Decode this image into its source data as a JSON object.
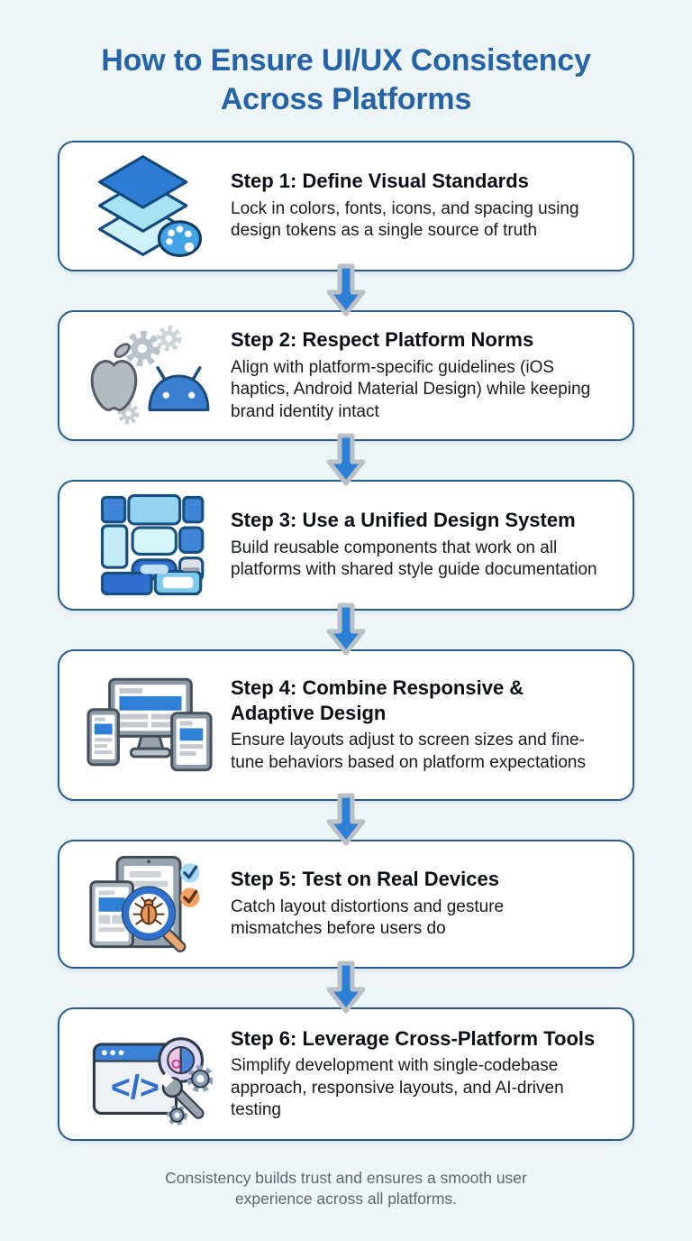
{
  "page": {
    "title": "How to Ensure UI/UX Consistency Across Platforms",
    "footer": "Consistency builds trust and ensures a smooth user experience across all platforms."
  },
  "colors": {
    "background": "#edf5f6",
    "title_blue": "#2563a8",
    "card_border": "#255c8c",
    "card_background": "#ffffff",
    "heading_text": "#0b0e13",
    "body_text": "#171a20",
    "footer_text": "#5c6670",
    "arrow_fill": "#2e7fd6",
    "arrow_outline": "#b9c0c6",
    "accent_blue": "#2e7cd4",
    "light_blue": "#a6e1f4",
    "pale_cyan": "#cff2f8",
    "gray": "#b3bac2",
    "orange": "#eda76e"
  },
  "steps": [
    {
      "icon": "layers-palette-icon",
      "title": "Step 1: Define Visual Standards",
      "description": "Lock in colors, fonts, icons, and spacing using design tokens as a single source of truth"
    },
    {
      "icon": "apple-android-gears-icon",
      "title": "Step 2: Respect Platform Norms",
      "description": "Align with platform-specific guidelines (iOS haptics, Android Material Design) while keeping brand identity intact"
    },
    {
      "icon": "design-system-components-icon",
      "title": "Step 3: Use a Unified Design System",
      "description": "Build reusable components that work on all platforms with shared style guide documentation"
    },
    {
      "icon": "responsive-devices-icon",
      "title": "Step 4: Combine Responsive & Adaptive Design",
      "description": "Ensure layouts adjust to screen sizes and fine-tune behaviors based on platform expectations"
    },
    {
      "icon": "bug-magnifier-devices-icon",
      "title": "Step 5: Test on Real Devices",
      "description": "Catch layout distortions and gesture mismatches before users do"
    },
    {
      "icon": "code-window-tools-icon",
      "title": "Step 6: Leverage Cross-Platform Tools",
      "description": "Simplify development with single-codebase approach, responsive layouts, and AI-driven testing"
    }
  ]
}
